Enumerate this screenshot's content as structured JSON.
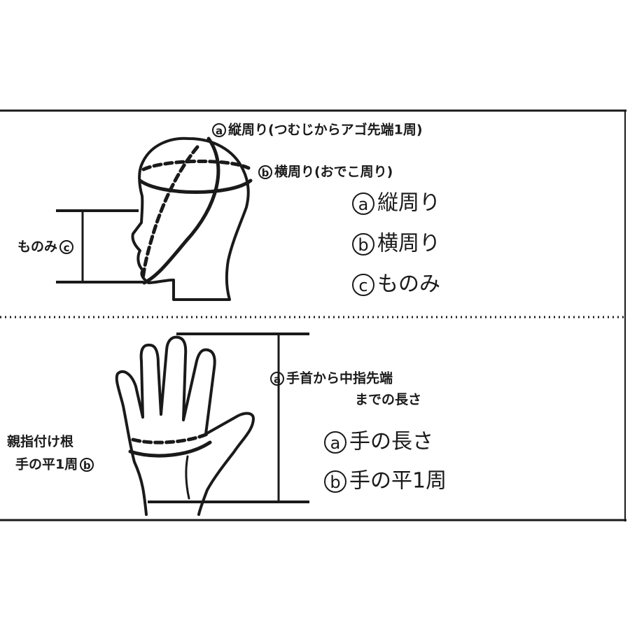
{
  "head_section": {
    "annotation_a": {
      "circle": "a",
      "text": "縦周り(つむじからアゴ先端1周)"
    },
    "annotation_b": {
      "circle": "b",
      "text": "横周り(おでこ周り)"
    },
    "annotation_c": {
      "text": "ものみ",
      "circle": "c"
    },
    "legend": [
      {
        "circle": "a",
        "text": "縦周り"
      },
      {
        "circle": "b",
        "text": "横周り"
      },
      {
        "circle": "c",
        "text": "ものみ"
      }
    ]
  },
  "hand_section": {
    "annotation_a": {
      "circle": "a",
      "line1": "手首から中指先端",
      "line2": "までの長さ"
    },
    "annotation_b": {
      "line1": "親指付け根",
      "line2": "手の平1周",
      "circle": "b"
    },
    "legend": [
      {
        "circle": "a",
        "text": "手の長さ"
      },
      {
        "circle": "b",
        "text": "手の平1周"
      }
    ]
  },
  "colors": {
    "ink": "#1a1a1a",
    "background": "#ffffff"
  }
}
